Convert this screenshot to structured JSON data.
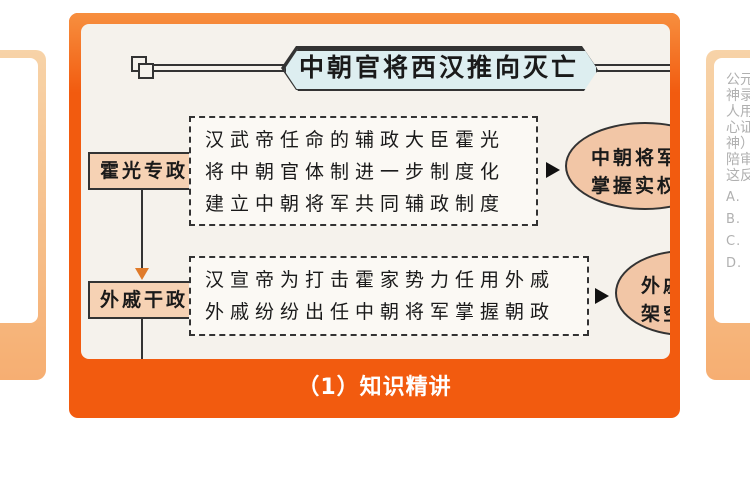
{
  "carousel": {
    "prev_card": {},
    "next_card": {
      "question_lines": [
        "公元",
        "神录",
        "人用",
        "心证",
        "神）",
        "陪审",
        "这反"
      ],
      "options": [
        "A.",
        "B.",
        "C.",
        "D."
      ]
    },
    "main_card": {
      "caption": "（1）知识精讲",
      "diagram": {
        "title": "中朝官将西汉推向灭亡",
        "nodes": {
          "huoguang": "霍光专政",
          "waiqi": "外戚干政"
        },
        "box1_lines": [
          "汉武帝任命的辅政大臣霍光",
          "将中朝官体制进一步制度化",
          "建立中朝将军共同辅政制度"
        ],
        "box2_lines": [
          "汉宣帝为打击霍家势力任用外戚",
          "外戚纷纷出任中朝将军掌握朝政"
        ],
        "result1_lines": [
          "中朝将军",
          "掌握实权"
        ],
        "result2_lines": [
          "外戚",
          "架空"
        ]
      }
    }
  },
  "colors": {
    "card_orange": "#f25b0f",
    "side_card_gradient_top": "#f7cf9f",
    "side_card_gradient_bottom": "#f6a663",
    "node_fill": "#f6d2b4",
    "title_fill": "#ddeef0"
  }
}
